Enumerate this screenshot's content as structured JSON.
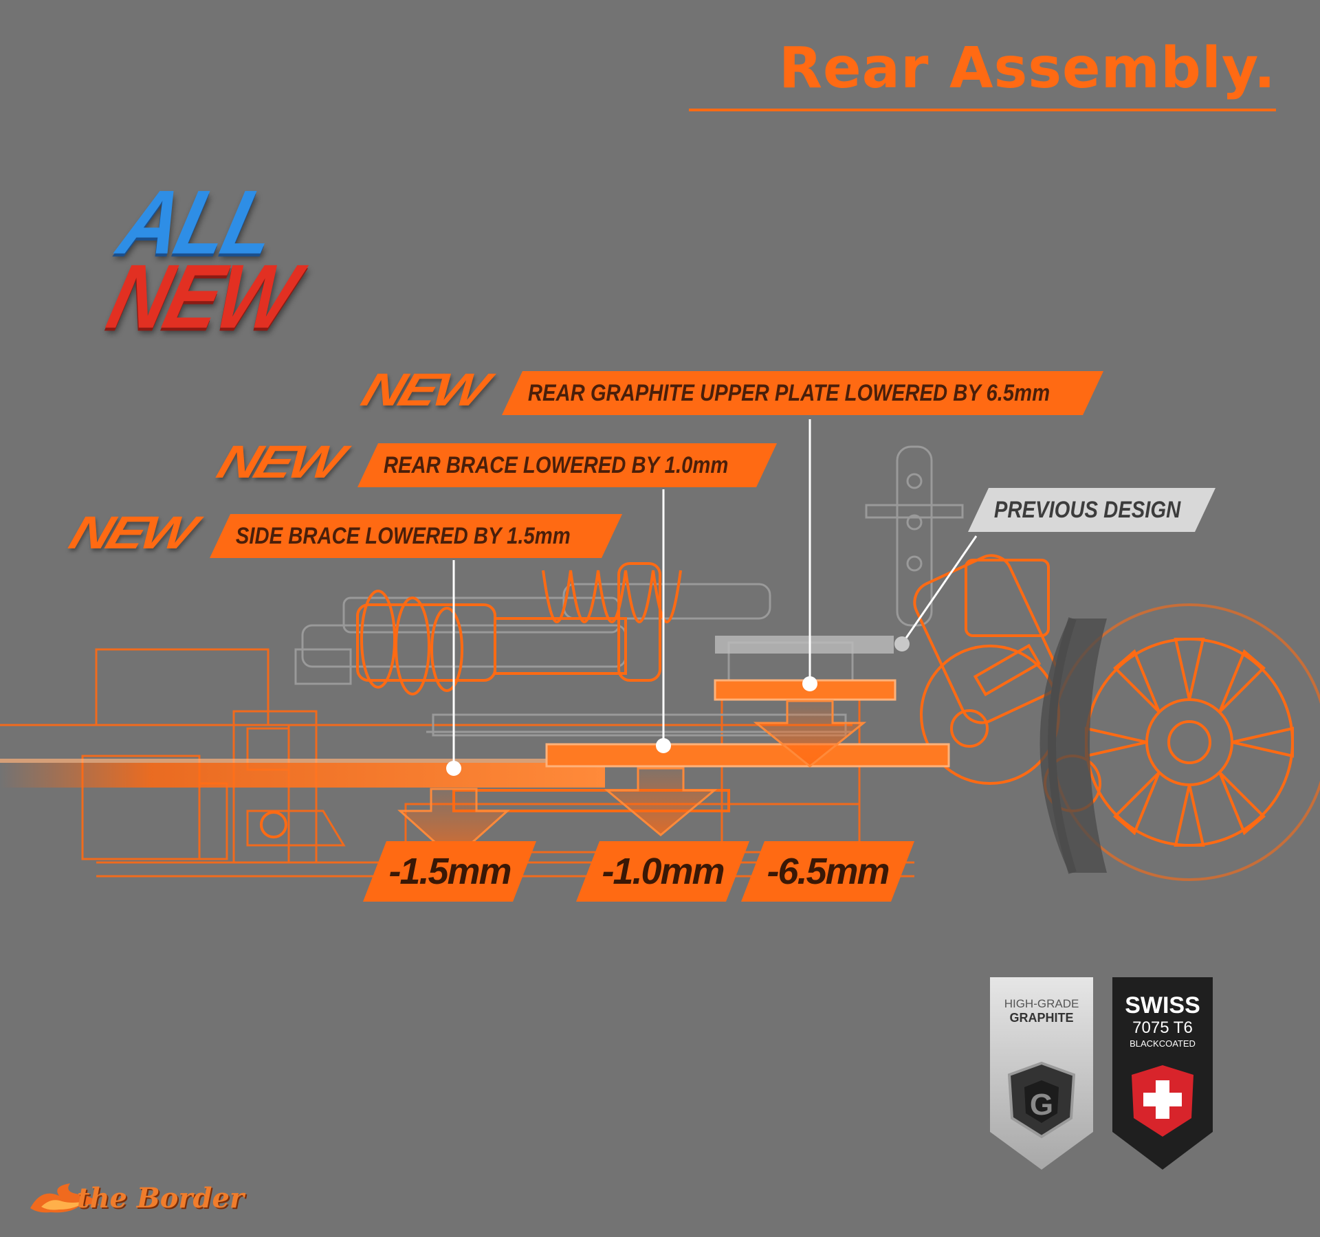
{
  "header": {
    "title": "Rear Assembly."
  },
  "badge_all_new": {
    "line1": "ALL",
    "line2": "NEW"
  },
  "callouts": [
    {
      "tag": "NEW",
      "label": "REAR GRAPHITE UPPER PLATE LOWERED BY 6.5mm"
    },
    {
      "tag": "NEW",
      "label": "REAR BRACE LOWERED BY 1.0mm"
    },
    {
      "tag": "NEW",
      "label": "SIDE BRACE LOWERED BY 1.5mm"
    }
  ],
  "previous_label": "PREVIOUS DESIGN",
  "values": [
    "-1.5mm",
    "-1.0mm",
    "-6.5mm"
  ],
  "material_badges": {
    "graphite": {
      "line1": "HIGH-GRADE",
      "line2": "GRAPHITE"
    },
    "swiss": {
      "line1": "SWISS",
      "line2": "7075 T6",
      "line3": "BLACKCOATED"
    }
  },
  "footer_logo": {
    "text": "the Border"
  },
  "colors": {
    "background": "#737373",
    "accent_orange": "#ff6a13",
    "previous_gray": "#d8d8d8",
    "all_blue": "#2e8ee6",
    "new_red": "#e23022"
  },
  "icons": [
    "swiss-cross-icon",
    "graphite-shield-icon",
    "flame-icon"
  ]
}
